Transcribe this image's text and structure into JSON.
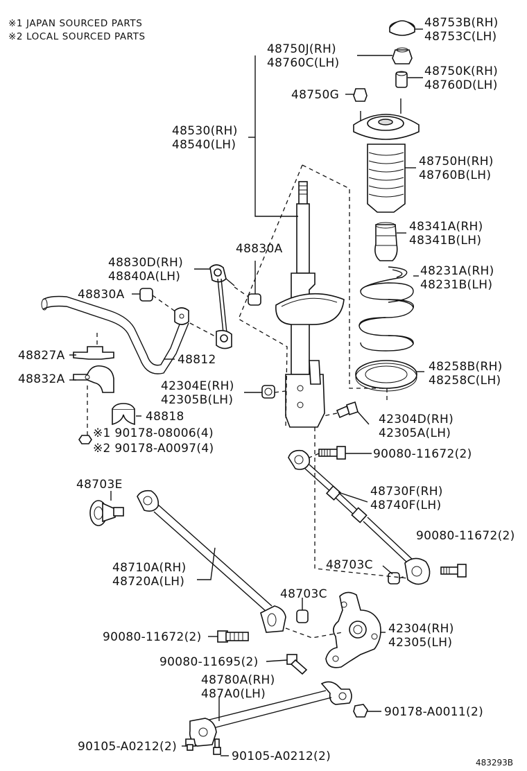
{
  "notes": [
    "※1 JAPAN SOURCED PARTS",
    "※2 LOCAL SOURCED PARTS"
  ],
  "labels": {
    "l48753": [
      "48753B(RH)",
      "48753C(LH)"
    ],
    "l48750J": [
      "48750J(RH)",
      "48760C(LH)"
    ],
    "l48750K": [
      "48750K(RH)",
      "48760D(LH)"
    ],
    "l48750G": "48750G",
    "l48530": [
      "48530(RH)",
      "48540(LH)"
    ],
    "l48750H": [
      "48750H(RH)",
      "48760B(LH)"
    ],
    "l48341": [
      "48341A(RH)",
      "48341B(LH)"
    ],
    "l48830A_top": "48830A",
    "l48830D": [
      "48830D(RH)",
      "48840A(LH)"
    ],
    "l48231": [
      "48231A(RH)",
      "48231B(LH)"
    ],
    "l48830A_left": "48830A",
    "l48827A": "48827A",
    "l48812": "48812",
    "l48258": [
      "48258B(RH)",
      "48258C(LH)"
    ],
    "l48832A": "48832A",
    "l42304E": [
      "42304E(RH)",
      "42305B(LH)"
    ],
    "l48818": "48818",
    "l42304D": [
      "42304D(RH)",
      "42305A(LH)"
    ],
    "l90178_08006": "※1 90178-08006(4)",
    "l90178_A0097": "※2 90178-A0097(4)",
    "l90080_11672_a": "90080-11672(2)",
    "l48703E": "48703E",
    "l48730F": [
      "48730F(RH)",
      "48740F(LH)"
    ],
    "l90080_11672_b": "90080-11672(2)",
    "l48710A": [
      "48710A(RH)",
      "48720A(LH)"
    ],
    "l48703C_a": "48703C",
    "l48703C_b": "48703C",
    "l42304": [
      "42304(RH)",
      "42305(LH)"
    ],
    "l90080_11672_c": "90080-11672(2)",
    "l90080_11695": "90080-11695(2)",
    "l48780A": [
      "48780A(RH)",
      "487A0(LH)"
    ],
    "l90178_A0011": "90178-A0011(2)",
    "l90105_A0212_a": "90105-A0212(2)",
    "l90105_A0212_b": "90105-A0212(2)",
    "diagram_id": "483293B"
  }
}
